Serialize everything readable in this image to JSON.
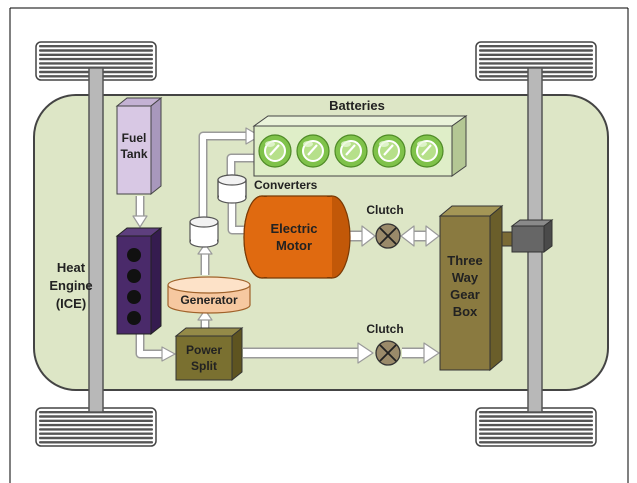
{
  "labels": {
    "fuel_tank": [
      "Fuel",
      "Tank"
    ],
    "heat_engine": [
      "Heat",
      "Engine",
      "(ICE)"
    ],
    "batteries": "Batteries",
    "converters": "Converters",
    "electric_motor": [
      "Electric",
      "Motor"
    ],
    "clutch_top": "Clutch",
    "clutch_bottom": "Clutch",
    "generator": "Generator",
    "power_split": [
      "Power",
      "Split"
    ],
    "gear_box": [
      "Three",
      "Way",
      "Gear",
      "Box"
    ]
  },
  "colors": {
    "chassis": "#dde6c6",
    "axle": "#b8b8b8",
    "fuel_tank": "#d8c8e4",
    "engine": "#4a2a6a",
    "battery_pack": "#dfeec8",
    "battery_cell": "#7fc24a",
    "motor": "#e06a10",
    "generator": "#f6c8a0",
    "olive": "#7a7030",
    "gear_box": "#8a7a40",
    "wheel": "#555555"
  }
}
